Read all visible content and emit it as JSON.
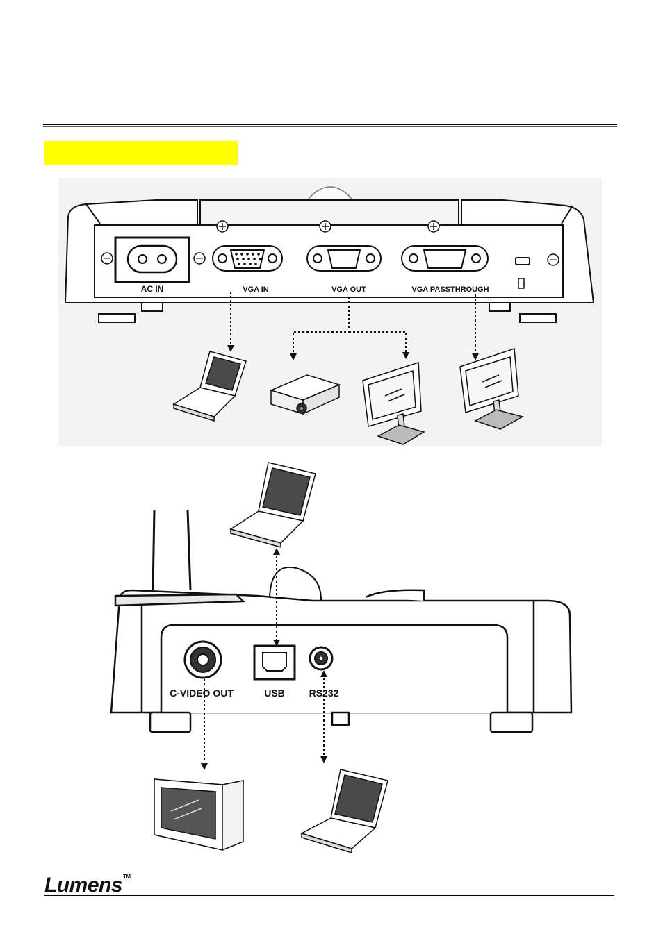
{
  "top_panel": {
    "ports": {
      "ac_in": "AC IN",
      "vga_in": "VGA IN",
      "vga_out": "VGA OUT",
      "vga_passthrough": "VGA PASSTHROUGH"
    },
    "devices": [
      "laptop",
      "projector",
      "monitor",
      "monitor"
    ]
  },
  "side_panel": {
    "ports": {
      "cvideo_out": "C-VIDEO OUT",
      "usb": "USB",
      "rs232": "RS232"
    },
    "devices": [
      "laptop",
      "tv",
      "laptop"
    ]
  },
  "footer": {
    "brand": "Lumens",
    "trademark": "TM"
  },
  "colors": {
    "highlight": "#ffff00",
    "panel_bg": "#f3f3f3",
    "line": "#111111",
    "screen": "#4a4a4a"
  }
}
